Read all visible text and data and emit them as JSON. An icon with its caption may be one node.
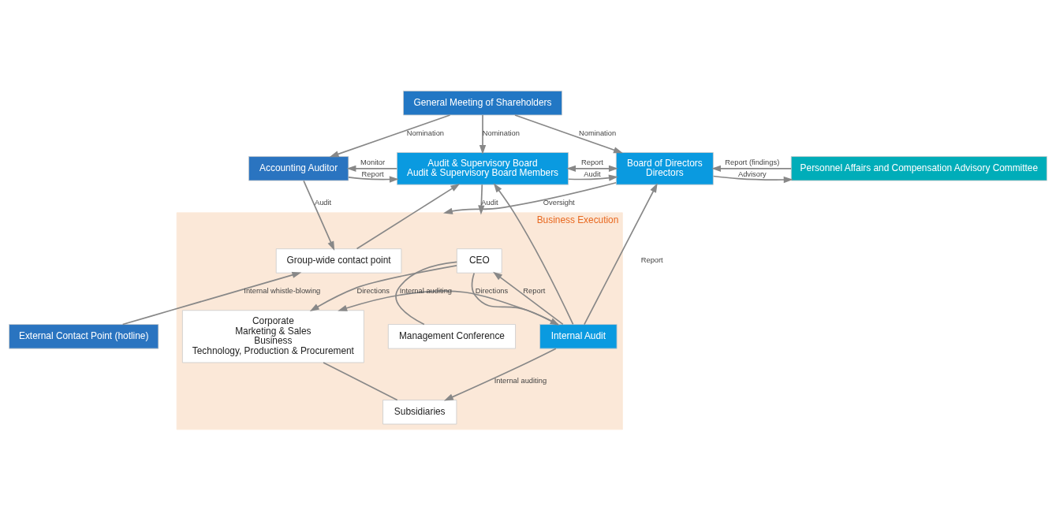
{
  "diagram": {
    "nodes": [
      {
        "text": [
          "General Meeting of Shareholders"
        ]
      },
      {
        "text": [
          "Accounting Auditor"
        ]
      },
      {
        "text": [
          "Audit & Supervisory Board",
          "Audit & Supervisory Board Members"
        ]
      },
      {
        "text": [
          "Board of Directors",
          "Directors"
        ]
      },
      {
        "text": [
          "Personnel Affairs and Compensation Advisory Committee"
        ]
      },
      {
        "text": [
          "Business Execution"
        ]
      },
      {
        "text": [
          "Group-wide contact point"
        ],
        "in": 5
      },
      {
        "text": [
          "CEO"
        ],
        "in": 5
      },
      {
        "text": [
          "Management Conference"
        ],
        "in": 5
      },
      {
        "text": [
          "External Contact Point (hotline)"
        ]
      },
      {
        "text": [
          "Internal Audit"
        ],
        "in": 5
      },
      {
        "text": [
          "Corporate",
          "Marketing & Sales",
          "Business",
          "Technology, Production & Procurement"
        ],
        "in": 5
      },
      {
        "text": [
          "Subsidiaries"
        ],
        "in": 5
      }
    ],
    "edges": [
      {
        "from": 0,
        "to": 1,
        "arrow": "to",
        "label": "Nomination"
      },
      {
        "from": 0,
        "to": 2,
        "arrow": "to",
        "label": "Nomination"
      },
      {
        "from": 0,
        "to": 3,
        "arrow": "to",
        "label": "Nomination"
      },
      {
        "from": 1,
        "to": 2,
        "arrow": "to",
        "label": "Report"
      },
      {
        "from": 2,
        "to": 1,
        "arrow": "to",
        "label": "Monitor"
      },
      {
        "from": 2,
        "to": 3,
        "arrow": "to",
        "label": "Audit"
      },
      {
        "from": 2,
        "to": 3,
        "arrow": "both",
        "label": "Report"
      },
      {
        "from": 3,
        "to": 4,
        "arrow": "to",
        "label": "Advisory"
      },
      {
        "from": 4,
        "to": 3,
        "arrow": "to",
        "label": "Report (findings)"
      },
      {
        "from": 2,
        "to": 5,
        "arrow": "to",
        "label": "Audit"
      },
      {
        "from": 3,
        "to": 5,
        "arrow": "to",
        "label": "Oversight"
      },
      {
        "from": 1,
        "to": 6,
        "arrow": "to",
        "label": "Audit"
      },
      {
        "from": 6,
        "to": 2,
        "arrow": "to"
      },
      {
        "from": 9,
        "to": 6,
        "arrow": "to",
        "label": "Internal whistle-blowing"
      },
      {
        "from": 10,
        "to": 2,
        "arrow": "to"
      },
      {
        "from": 10,
        "to": 3,
        "arrow": "to",
        "label": "Report"
      },
      {
        "from": 10,
        "to": 7,
        "arrow": "to",
        "label": "Report"
      },
      {
        "from": 7,
        "to": 10,
        "arrow": "to",
        "label": "Directions"
      },
      {
        "from": 7,
        "to": 11,
        "arrow": "to",
        "label": "Directions"
      },
      {
        "from": 7,
        "to": 8,
        "arrow": "none"
      },
      {
        "from": 10,
        "to": 11,
        "arrow": "to",
        "label": "Internal auditing"
      },
      {
        "from": 10,
        "to": 12,
        "arrow": "to",
        "label": "Internal auditing"
      },
      {
        "from": 11,
        "to": 12,
        "arrow": "none"
      }
    ]
  }
}
